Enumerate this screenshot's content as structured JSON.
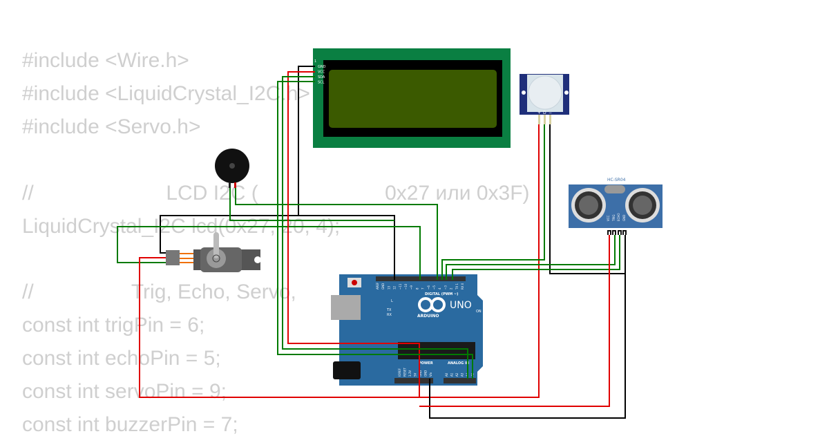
{
  "code_lines": [
    "#include <Wire.h>",
    "#include <LiquidCrystal_I2C.h>",
    "#include <Servo.h>",
    "",
    "//                       LCD I2C (                      0x27 или 0x3F)",
    "LiquidCrystal_I2C lcd(0x27, 20, 4);",
    "",
    "//                 Trig, Echo, Servo,",
    "const int trigPin = 6;",
    "const int echoPin = 5;",
    "const int servoPin = 9;",
    "const int buzzerPin = 7;"
  ],
  "lcd": {
    "pins": [
      "GND",
      "VCC",
      "SDA",
      "SCL"
    ],
    "pin1_marker": "1"
  },
  "pir": {
    "pins": [
      "+",
      "D",
      "−"
    ]
  },
  "ultrasonic": {
    "label": "HC-SR04",
    "pins": [
      "VCC",
      "TRIG",
      "ECHO",
      "GND"
    ]
  },
  "arduino": {
    "brand": "ARDUINO",
    "model": "UNO",
    "digital_label": "DIGITAL (PWM ~)",
    "digital_pins": [
      "AREF",
      "GND",
      "13",
      "12",
      "~11",
      "~10",
      "~9",
      "8",
      "7",
      "~6",
      "~5",
      "4",
      "~3",
      "2",
      "TX 1",
      "RX 0"
    ],
    "power_label": "POWER",
    "power_pins": [
      "IOREF",
      "RESET",
      "3.3V",
      "5V",
      "GND",
      "GND",
      "Vin"
    ],
    "analog_label": "ANALOG IN",
    "analog_pins": [
      "A0",
      "A1",
      "A2",
      "A3",
      "A4",
      "A5"
    ],
    "leds": [
      "L",
      "TX",
      "RX"
    ],
    "on_label": "ON"
  },
  "colors": {
    "wire_red": "#e00000",
    "wire_green": "#007a00",
    "wire_black": "#000000",
    "board_blue": "#2a6aa0",
    "lcd_green": "#0a7f42",
    "lcd_screen": "#3b5a00"
  }
}
